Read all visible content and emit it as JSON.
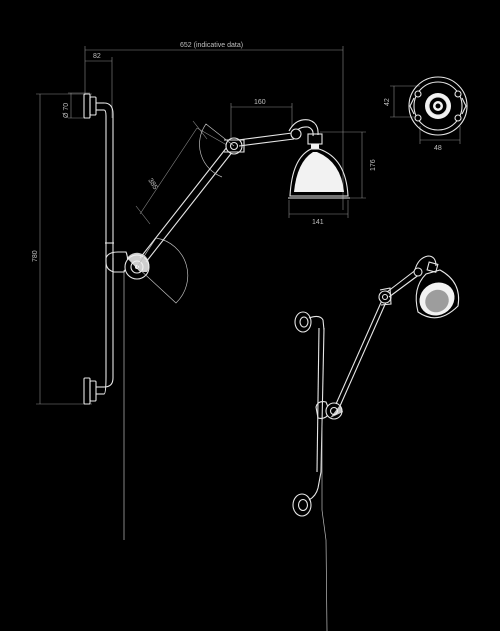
{
  "dimensions": {
    "overall_width": "652 (indicative data)",
    "wall_offset": "82",
    "height": "780",
    "mount_diameter": "Ø 70",
    "arm_upper": "160",
    "arm_lower": "385",
    "shade_height": "176",
    "shade_width": "141",
    "plate_height": "42",
    "plate_width": "48"
  },
  "colors": {
    "background": "#000000",
    "line": "#e6e6e6",
    "dimension": "#8a8a8a"
  }
}
